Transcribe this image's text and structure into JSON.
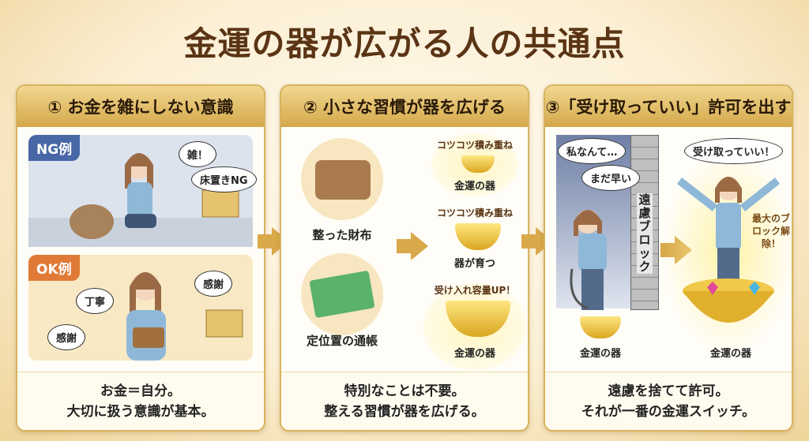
{
  "title": "金運の器が広がる人の共通点",
  "panels": [
    {
      "header": "① お金を雑にしない意識",
      "ng": {
        "badge": "NG例",
        "bubbles": [
          "雑！",
          "床置きNG"
        ]
      },
      "ok": {
        "badge": "OK例",
        "bubbles": [
          "丁寧",
          "感謝",
          "感謝"
        ]
      },
      "footer": [
        "お金＝自分。",
        "大切に扱う意識が基本。"
      ]
    },
    {
      "header": "② 小さな習慣が器を広げる",
      "items": [
        "整った財布",
        "定位置の通帳"
      ],
      "bowls": [
        {
          "caption": "コツコツ積み重ね",
          "label": "金運の器"
        },
        {
          "caption": "コツコツ積み重ね",
          "label": "器が育つ"
        },
        {
          "caption": "受け入れ容量UP！",
          "label": "金運の器"
        }
      ],
      "footer": [
        "特別なことは不要。",
        "整える習慣が器を広げる。"
      ]
    },
    {
      "header": "③「受け取っていい」許可を出す",
      "before": {
        "bubbles": [
          "私なんて…",
          "まだ早い"
        ],
        "wall": "遠慮ブロック",
        "label": "金運の器"
      },
      "after": {
        "bubble": "受け取っていい！",
        "note": "最大のブロック解除！",
        "label": "金運の器"
      },
      "footer": [
        "遠慮を捨てて許可。",
        "それが一番の金運スイッチ。"
      ]
    }
  ]
}
